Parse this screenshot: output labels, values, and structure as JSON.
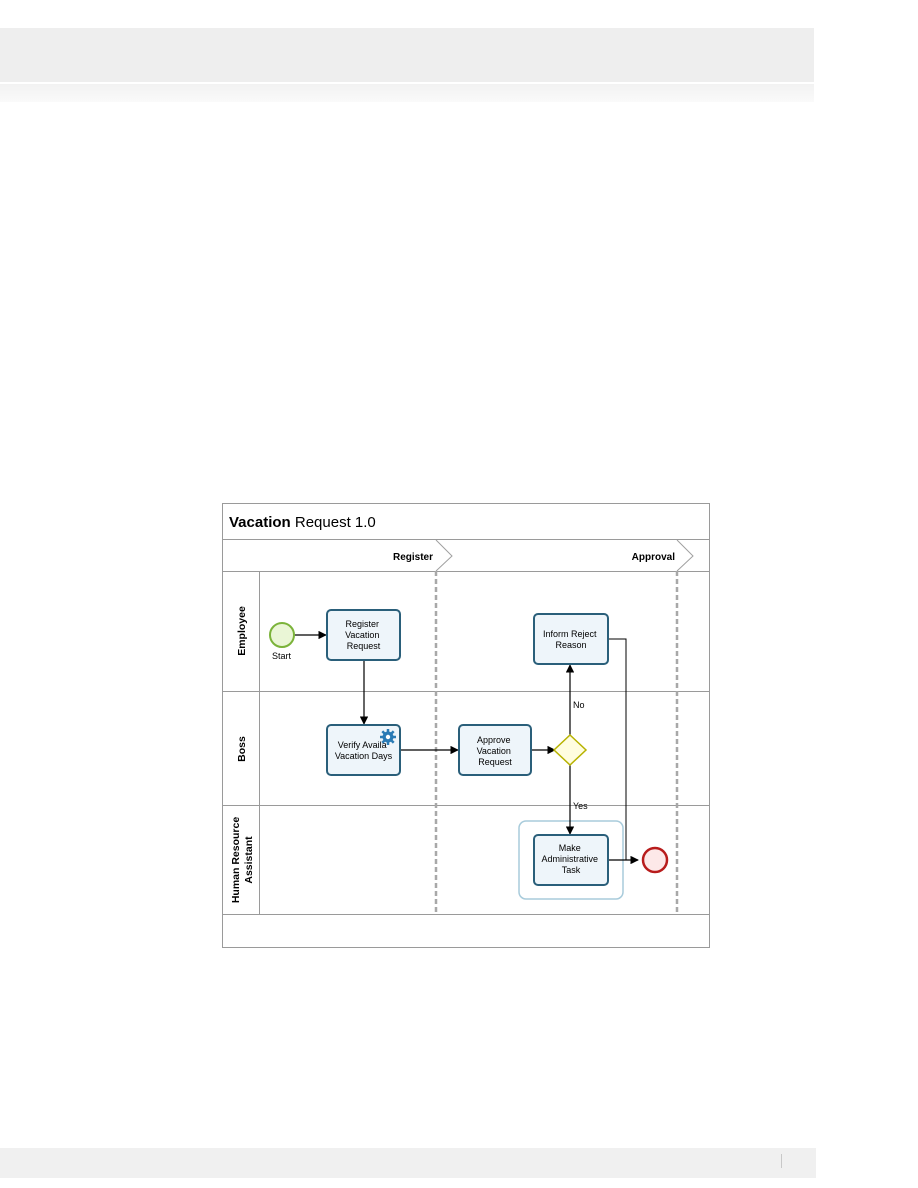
{
  "diagram": {
    "title_bold": "Vacation",
    "title_rest": " Request 1.0",
    "phases": [
      "Register",
      "Approval"
    ],
    "lanes": [
      "Employee",
      "Boss",
      "Human Resource Assistant"
    ],
    "lane_hr_line1": "Human Resource",
    "lane_hr_line2": "Assistant",
    "start_label": "Start",
    "tasks": {
      "register": [
        "Register",
        "Vacation",
        "Request"
      ],
      "verify": [
        "Verify Availa",
        "Vacation Days"
      ],
      "approve": [
        "Approve",
        "Vacation",
        "Request"
      ],
      "inform": [
        "Inform Reject",
        "Reason"
      ],
      "make": [
        "Make",
        "Administrative",
        "Task"
      ]
    },
    "gateway_labels": {
      "no": "No",
      "yes": "Yes"
    },
    "colors": {
      "task_stroke": "#2a5f7a",
      "task_fill": "#eef5fa",
      "start_stroke": "#7bb33a",
      "start_fill": "#eaf6d6",
      "end_stroke": "#b81c1c",
      "end_fill": "#fde8e8",
      "gateway_stroke": "#b7b200",
      "gateway_fill": "#fffde0",
      "service_icon": "#2a7bb5"
    }
  }
}
